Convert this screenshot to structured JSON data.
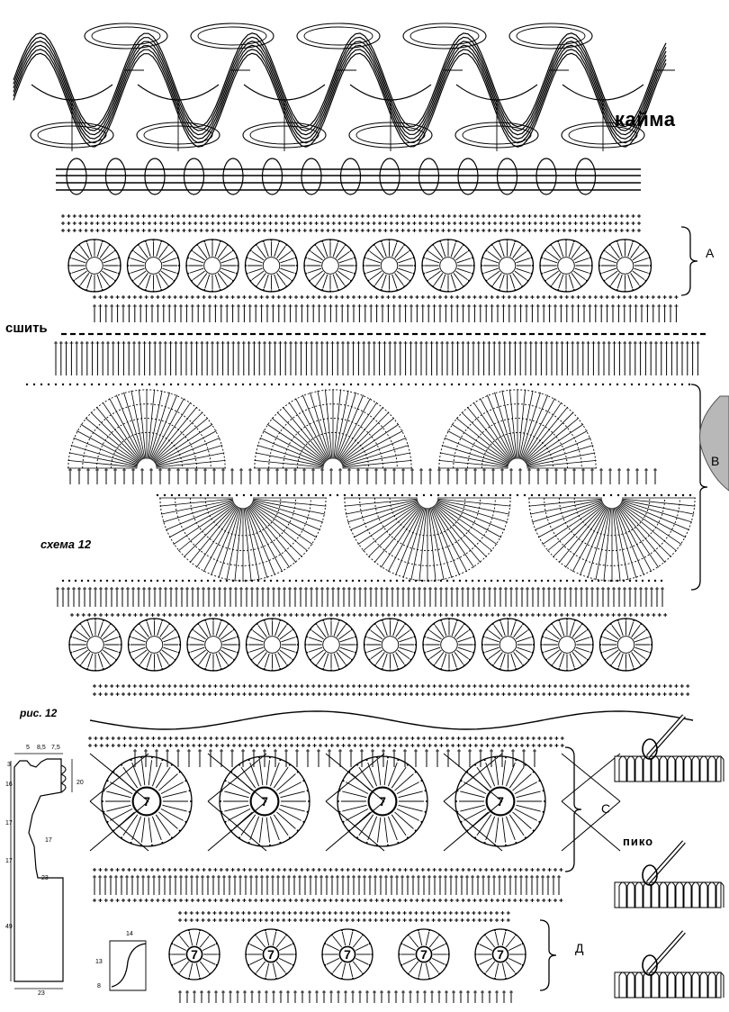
{
  "labels": {
    "kaima": "кайма",
    "sshit": "сшить",
    "shema": "схема 12",
    "ris": "рис. 12",
    "piko": "пико"
  },
  "sections": {
    "a": "А",
    "b": "В",
    "c": "С",
    "d": "Д"
  },
  "motif_number": "7",
  "pattern_dims": {
    "d5": "5",
    "d8_5": "8,5",
    "d7_5": "7,5",
    "d3": "3",
    "d16": "16",
    "d20": "20",
    "d17a": "17",
    "d17b": "17",
    "d17c": "17",
    "d23a": "23",
    "d49": "49",
    "d23b": "23"
  },
  "small_dims": {
    "d14": "14",
    "d13": "13",
    "d8": "8"
  }
}
